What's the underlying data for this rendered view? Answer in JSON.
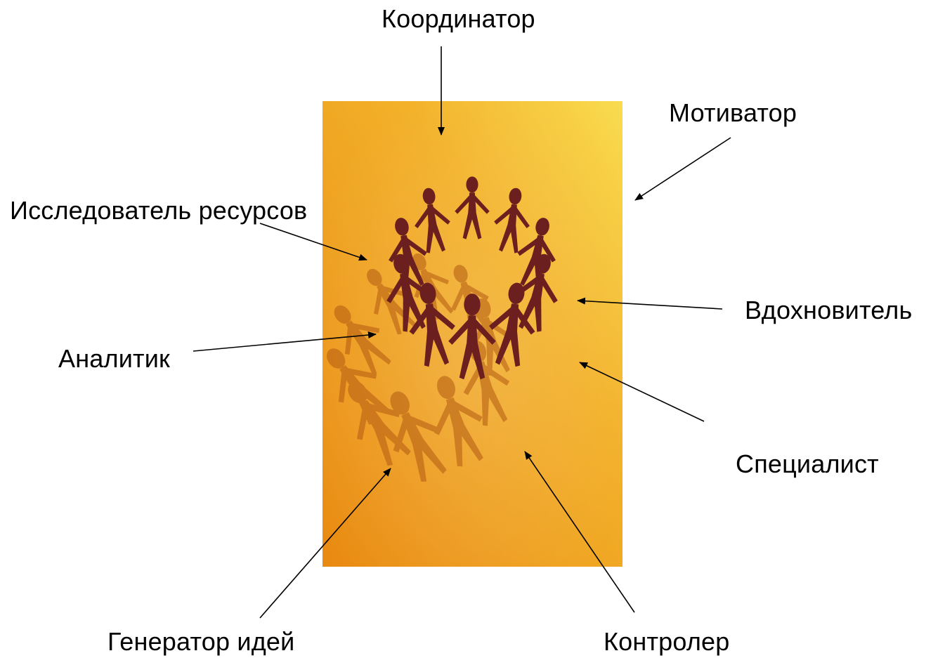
{
  "colors": {
    "text": "#000000",
    "background": "#ffffff",
    "photo_light": "#f7d44a",
    "photo_mid": "#f2a420",
    "photo_dark": "#e8820e",
    "figure": "#6b1f1f",
    "shadow": "#b35a12"
  },
  "photo": {
    "icon": "paper-people-circle-icon",
    "figure_count": 10
  },
  "roles": {
    "coordinator": "Координатор",
    "motivator": "Мотиватор",
    "resource_investigator": "Исследователь ресурсов",
    "inspirer": "Вдохновитель",
    "analyst": "Аналитик",
    "specialist": "Специалист",
    "idea_generator": "Генератор идей",
    "controller": "Контролер"
  }
}
